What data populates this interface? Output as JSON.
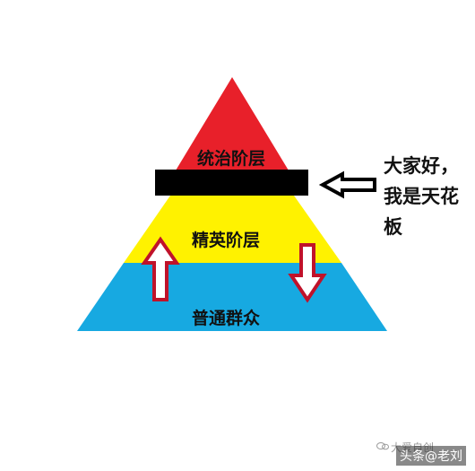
{
  "diagram": {
    "tiers": [
      {
        "label": "统治阶层",
        "color": "#e8202a"
      },
      {
        "label": "精英阶层",
        "color": "#fff200"
      },
      {
        "label": "普通群众",
        "color": "#17a9e1"
      }
    ],
    "ceiling_bar_color": "#000000",
    "callout_lines": [
      "大家好，",
      "我是天花",
      "板"
    ],
    "arrows": {
      "up_fill": "#ffffff",
      "up_stroke": "#c0122a",
      "down_fill": "#ffffff",
      "down_stroke": "#c0122a",
      "callout_arrow_stroke": "#000000"
    }
  },
  "watermark": {
    "text": "大爱自创"
  },
  "credit": {
    "text": "头条@老刘"
  }
}
